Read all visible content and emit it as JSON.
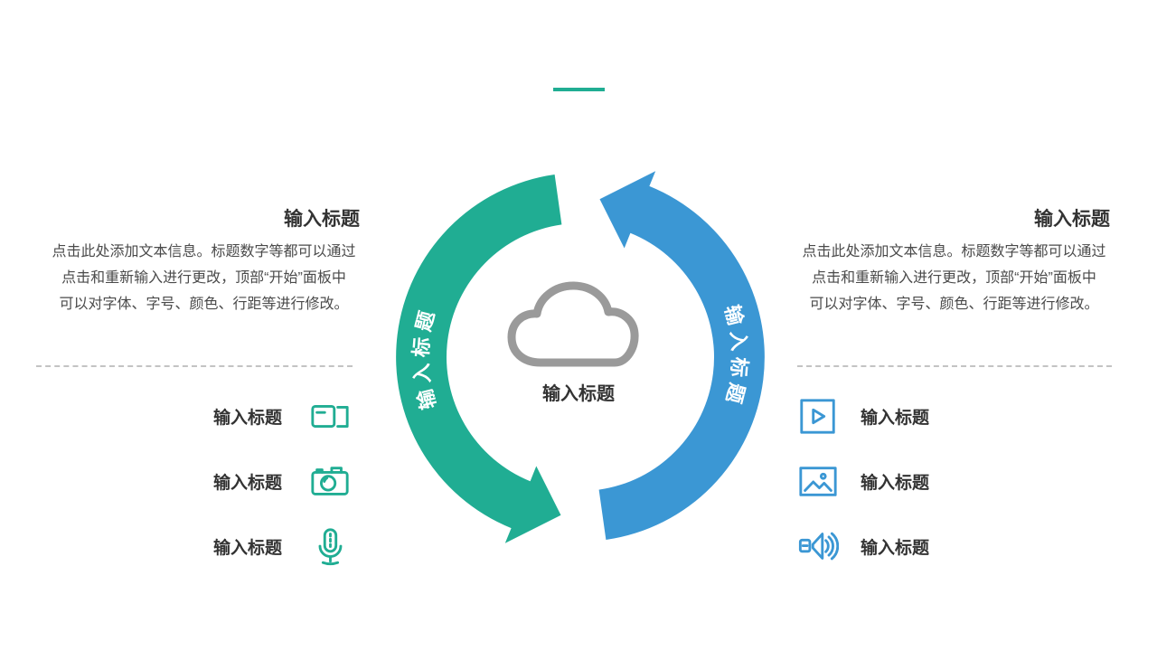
{
  "colors": {
    "teal": "#20AD93",
    "blue": "#3B97D4",
    "title-text": "#333333",
    "body-text": "#4A4A4A",
    "cloud-gray": "#9A9A9A",
    "divider": "#C3C3C3"
  },
  "left_section": {
    "title": "输入标题",
    "body_lines": [
      "点击此处添加文本信息。标题数字等都可以通过",
      "点击和重新输入进行更改，顶部“开始”面板中",
      "可以对字体、字号、颜色、行距等进行修改。"
    ],
    "items": [
      {
        "label": "输入标题",
        "icon": "video-camera-icon"
      },
      {
        "label": "输入标题",
        "icon": "photo-camera-icon"
      },
      {
        "label": "输入标题",
        "icon": "microphone-icon"
      }
    ]
  },
  "right_section": {
    "title": "输入标题",
    "body_lines": [
      "点击此处添加文本信息。标题数字等都可以通过",
      "点击和重新输入进行更改，顶部“开始”面板中",
      "可以对字体、字号、颜色、行距等进行修改。"
    ],
    "items": [
      {
        "label": "输入标题",
        "icon": "play-video-icon"
      },
      {
        "label": "输入标题",
        "icon": "picture-icon"
      },
      {
        "label": "输入标题",
        "icon": "speaker-icon"
      }
    ]
  },
  "cycle": {
    "left_arrow_label": "输入标题",
    "right_arrow_label": "输入标题",
    "center_label": "输入标题"
  }
}
